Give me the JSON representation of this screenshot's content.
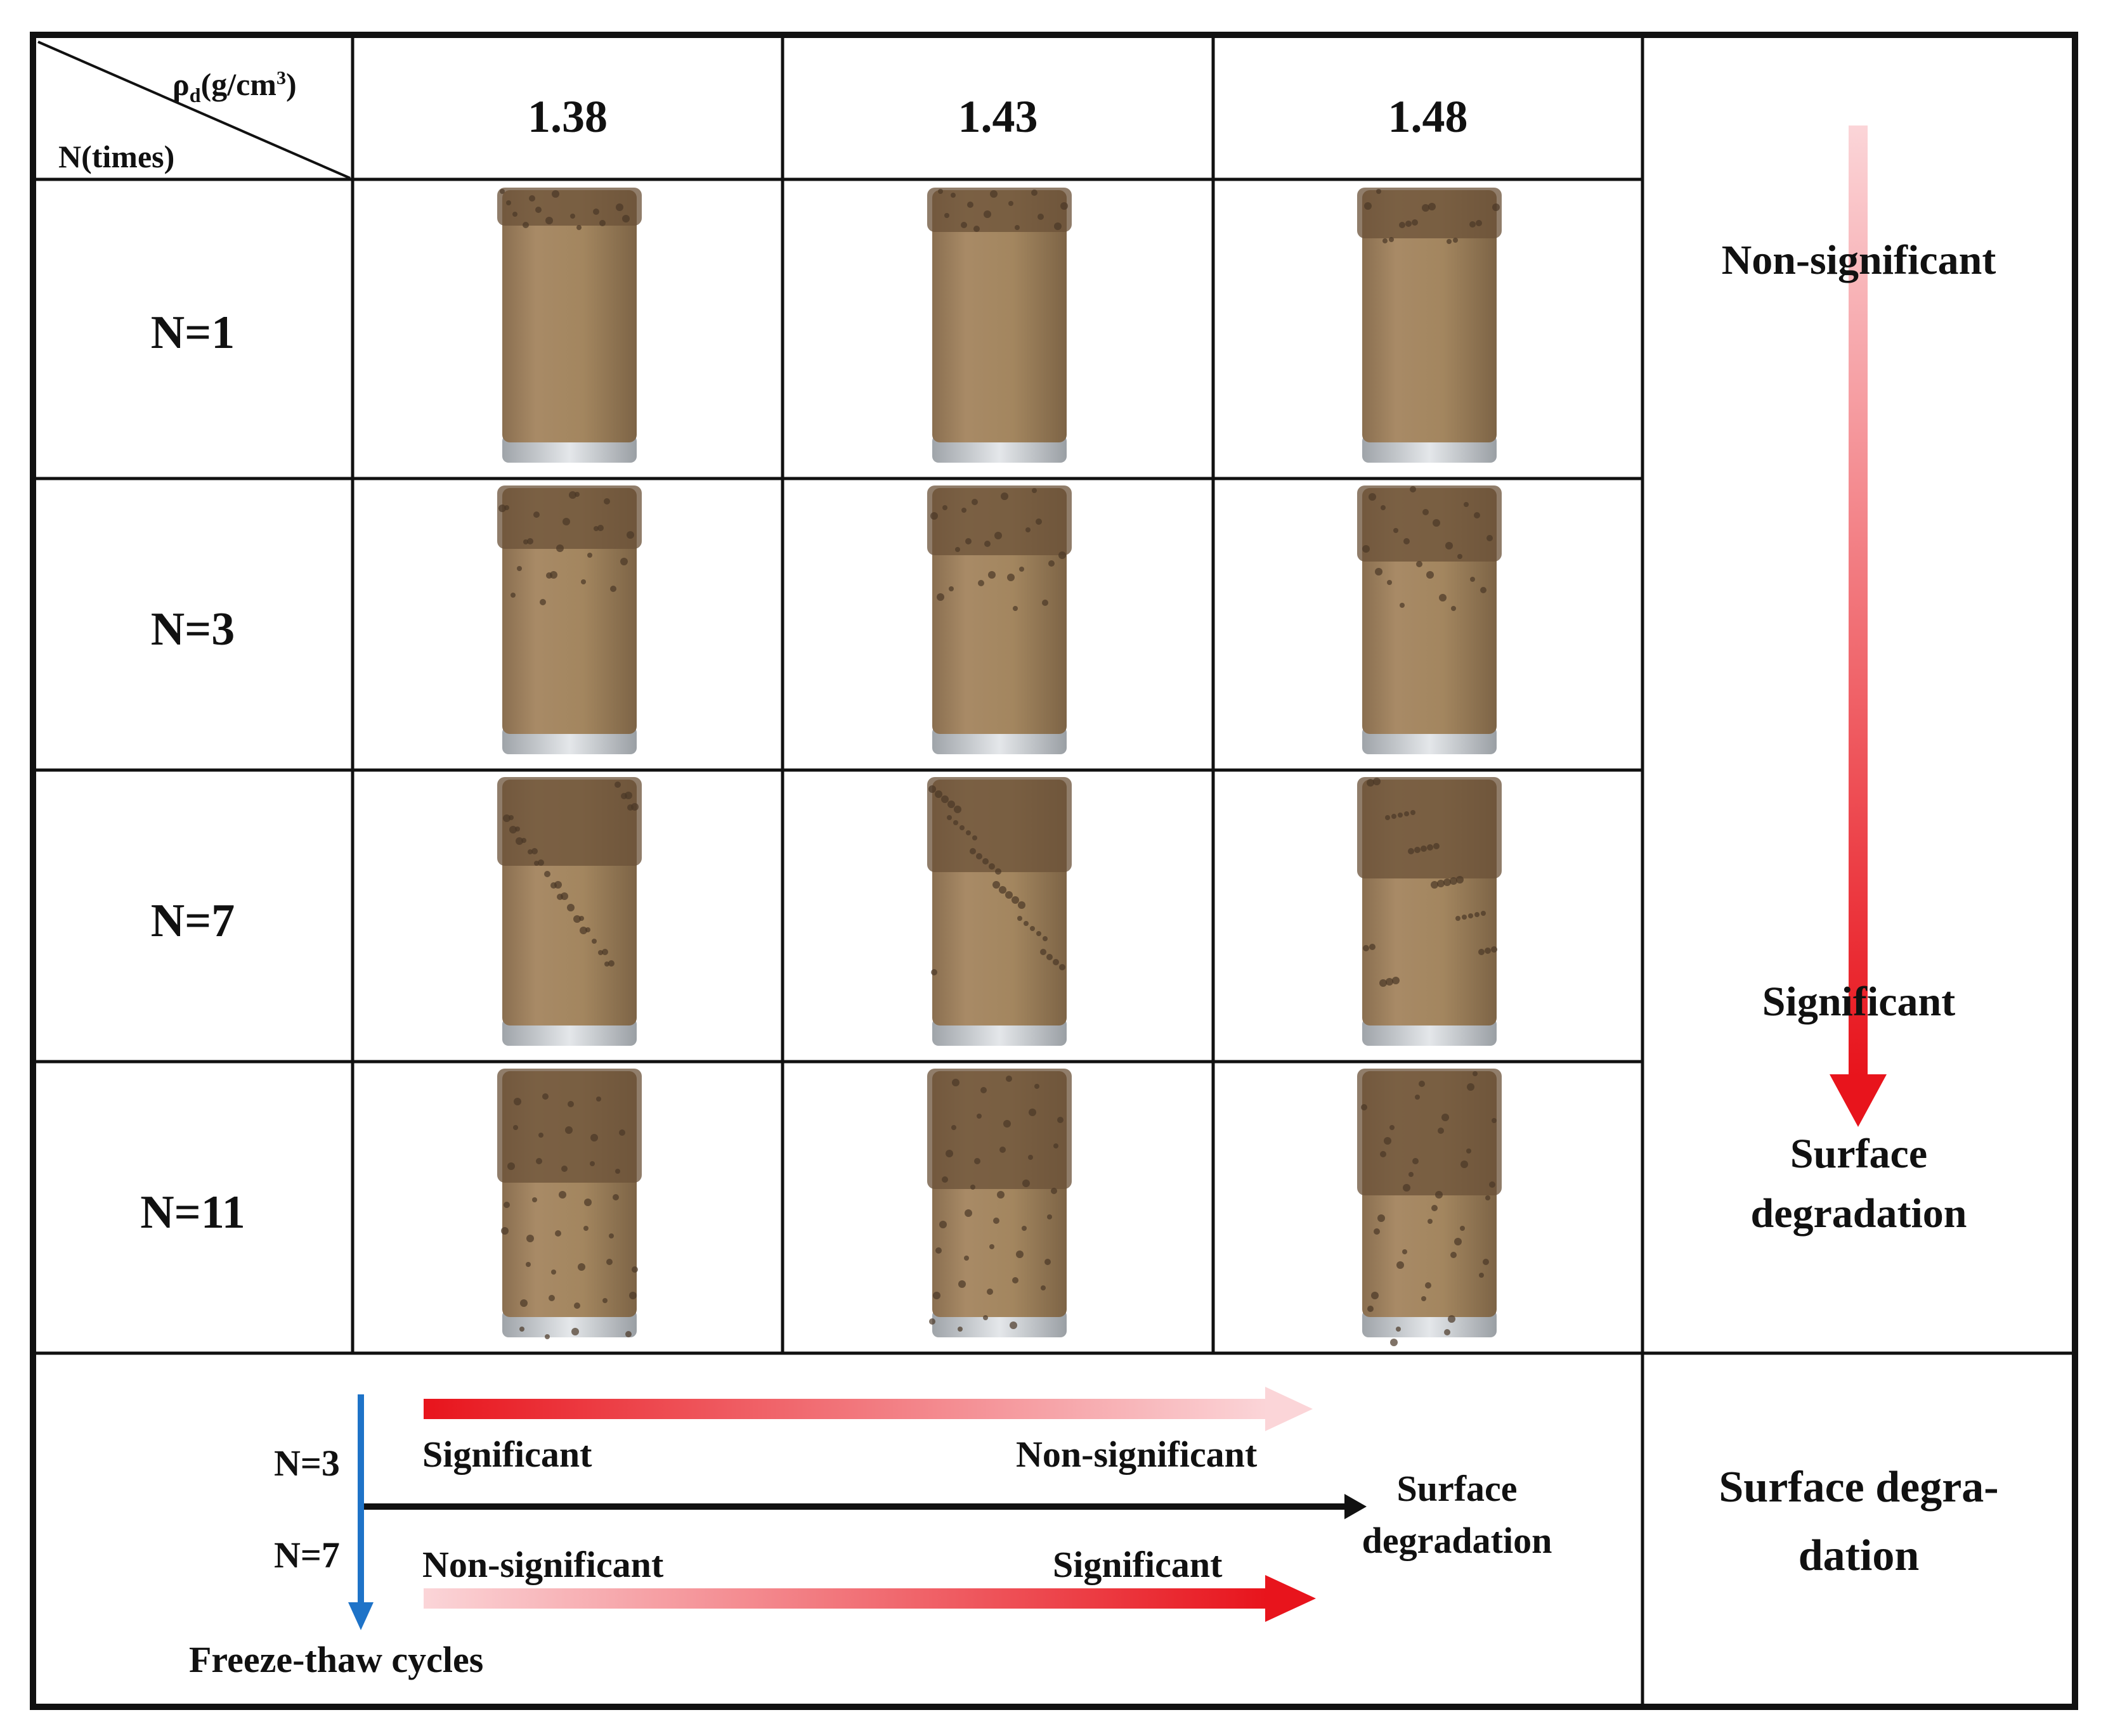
{
  "corner": {
    "col_header_main": "ρ",
    "col_header_sub": "d",
    "col_header_unit": "(g/cm",
    "col_header_sup": "3",
    "col_header_close": ")",
    "row_header": "N(times)"
  },
  "columns": [
    "1.38",
    "1.43",
    "1.48"
  ],
  "rows": [
    "N=1",
    "N=3",
    "N=7",
    "N=11"
  ],
  "right_panel": {
    "top_label": "Non-significant",
    "bottom_label": "Significant",
    "result_line1": "Surface",
    "result_line2": "degradation"
  },
  "bottom_panel": {
    "n3_label": "N=3",
    "n7_label": "N=7",
    "axis_label": "Freeze-thaw cycles",
    "upper_left": "Significant",
    "upper_right": "Non-significant",
    "lower_left": "Non-significant",
    "lower_right": "Significant",
    "result_line1": "Surface",
    "result_line2": "degradation"
  },
  "bottom_right": {
    "line1": "Surface degra-",
    "line2": "dation"
  },
  "colors": {
    "arrow_red": "#e8141c",
    "arrow_pale": "#fbd5d8",
    "axis_blue": "#1e73c8",
    "soil": "#a08462",
    "base": "#c8ccd0"
  }
}
